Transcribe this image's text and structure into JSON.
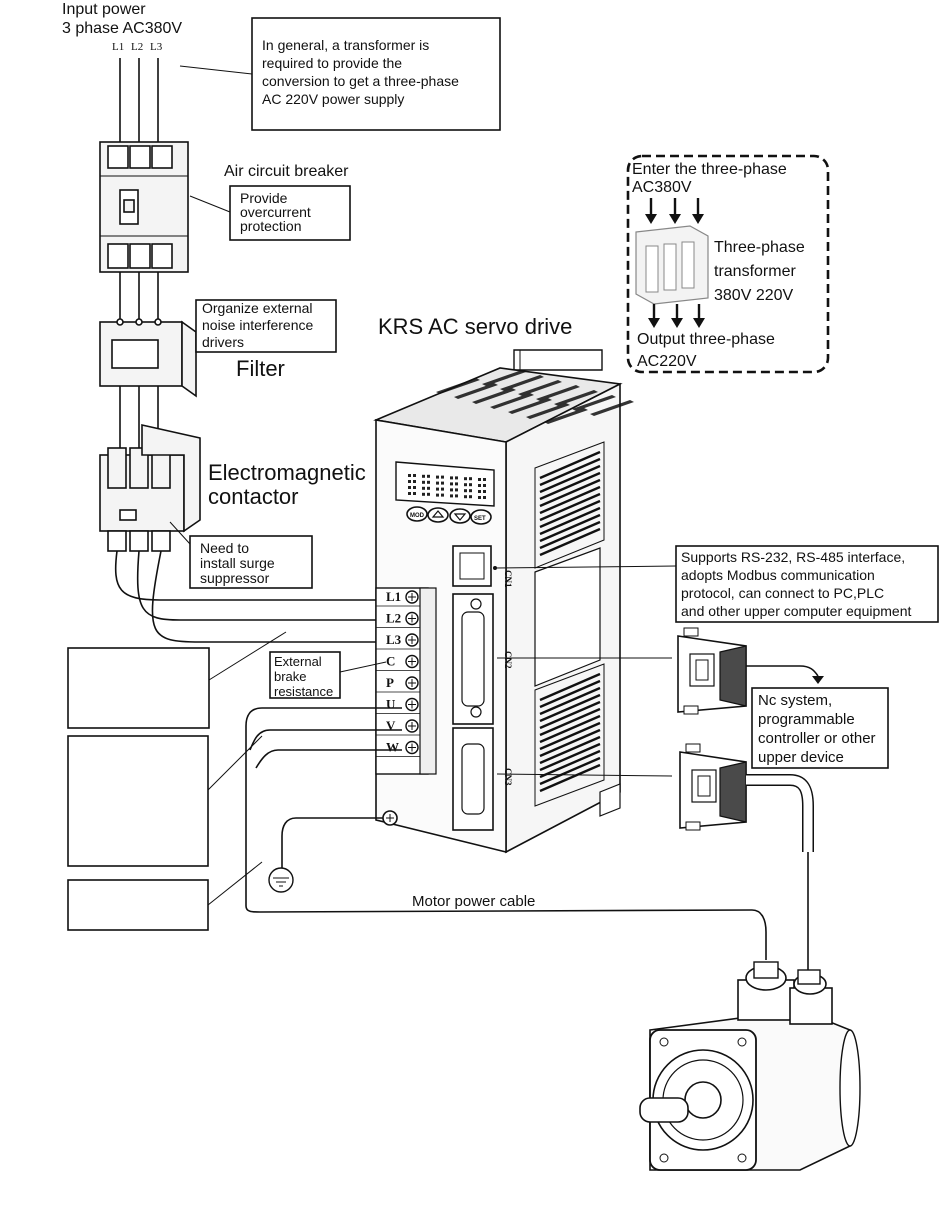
{
  "title": "KRS AC servo drive",
  "input_power": {
    "line1": "Input power",
    "line2": "3 phase AC380V",
    "phases": [
      "L1",
      "L2",
      "L3"
    ]
  },
  "transformer_note": {
    "lines": [
      "In general, a transformer is",
      "required to provide the",
      "conversion to get a three-phase",
      "AC 220V power supply"
    ]
  },
  "air_breaker": {
    "title": "Air circuit breaker",
    "lines": [
      "Provide",
      "overcurrent",
      "protection"
    ]
  },
  "filter": {
    "title": "Filter",
    "lines": [
      "Organize external",
      "noise interference",
      "drivers"
    ]
  },
  "contactor": {
    "title_lines": [
      "Electromagnetic",
      "contactor"
    ],
    "note_lines": [
      "Need to",
      "install surge",
      "suppressor"
    ]
  },
  "transformer_inset": {
    "top_lines": [
      "Enter the three-phase",
      "AC380V"
    ],
    "side_lines": [
      "Three-phase",
      "transformer",
      "380V 220V"
    ],
    "bottom_lines": [
      "Output three-phase",
      "AC220V"
    ]
  },
  "brake": {
    "lines": [
      "External",
      "brake",
      "resistance"
    ]
  },
  "terminals": [
    "L1",
    "L2",
    "L3",
    "C",
    "P",
    "U",
    "V",
    "W"
  ],
  "panel_buttons": [
    "MOD",
    "",
    "",
    "SET"
  ],
  "ports": [
    "CN1",
    "CN2",
    "CN3"
  ],
  "comm_note": {
    "lines": [
      "Supports RS-232, RS-485 interface,",
      "adopts Modbus communication",
      "protocol, can connect to PC,PLC",
      "and other upper computer equipment"
    ]
  },
  "nc_note": {
    "lines": [
      "Nc system,",
      "programmable",
      "controller or other",
      "upper device"
    ]
  },
  "motor_cable": "Motor power cable"
}
